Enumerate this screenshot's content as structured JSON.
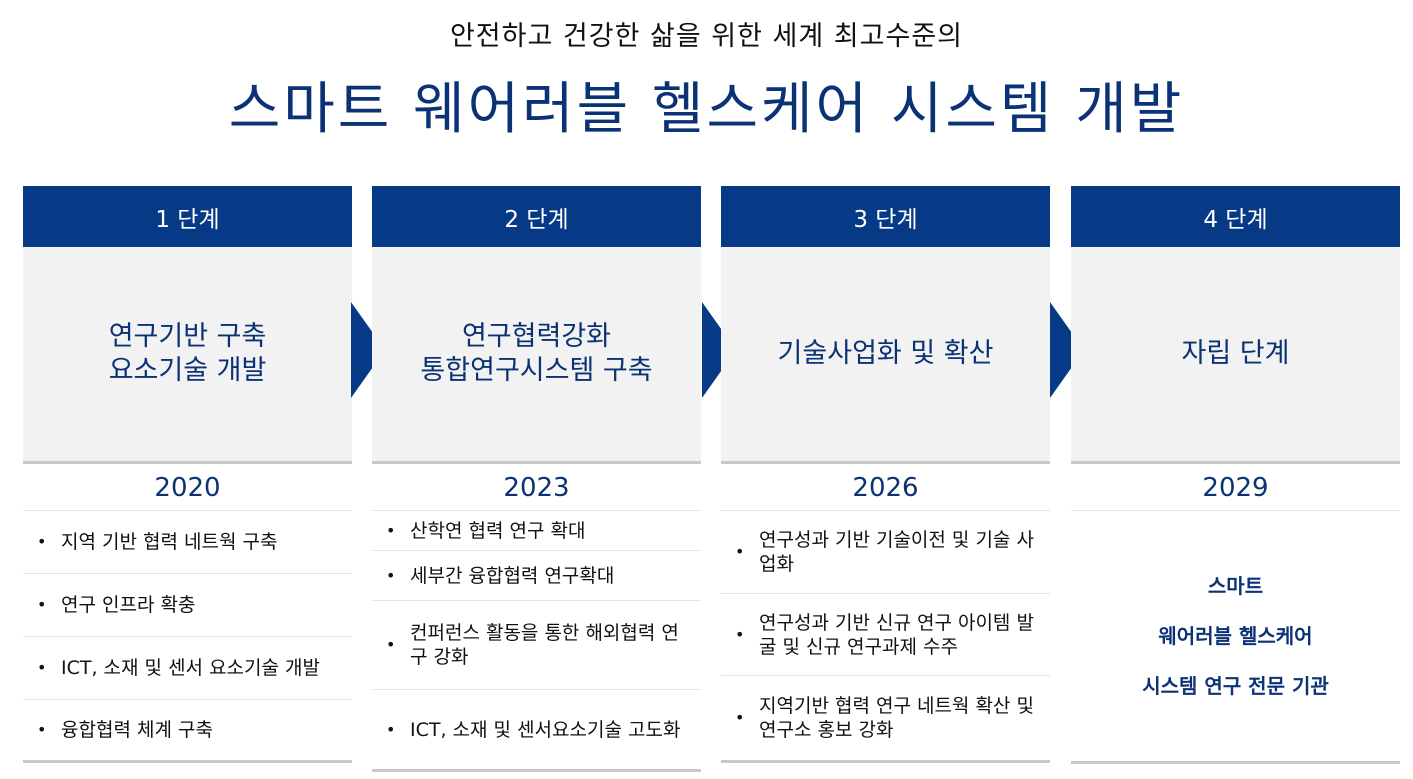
{
  "header": {
    "subtitle": "안전하고 건강한 삶을 위한 세계 최고수준의",
    "title": "스마트 웨어러블 헬스케어 시스템 개발"
  },
  "colors": {
    "primary": "#073a86",
    "text_accent": "#0b3275",
    "panel": "#f2f2f2"
  },
  "stages": [
    {
      "label": "1 단계",
      "title_lines": [
        "연구기반 구축",
        "요소기술 개발"
      ],
      "year": "2020",
      "items": [
        "지역 기반 협력 네트웍 구축",
        "연구 인프라 확충",
        "ICT, 소재 및 센서 요소기술 개발",
        "융합협력 체계 구축"
      ]
    },
    {
      "label": "2 단계",
      "title_lines": [
        "연구협력강화",
        "통합연구시스템 구축"
      ],
      "year": "2023",
      "items": [
        "산학연 협력 연구 확대",
        "세부간 융합협력 연구확대",
        "컨퍼런스 활동을 통한 해외협력 연구 강화",
        "ICT, 소재 및 센서요소기술 고도화"
      ]
    },
    {
      "label": "3 단계",
      "title_lines": [
        "기술사업화 및 확산"
      ],
      "year": "2026",
      "items": [
        "연구성과 기반 기술이전 및 기술 사업화",
        "연구성과 기반 신규 연구 아이템 발굴 및 신규 연구과제 수주",
        "지역기반 협력 연구 네트웍 확산 및 연구소 홍보 강화"
      ]
    },
    {
      "label": "4 단계",
      "title_lines": [
        "자립 단계"
      ],
      "year": "2029",
      "final_lines": [
        "스마트",
        "웨어러블 헬스케어",
        "시스템 연구 전문 기관"
      ]
    }
  ]
}
